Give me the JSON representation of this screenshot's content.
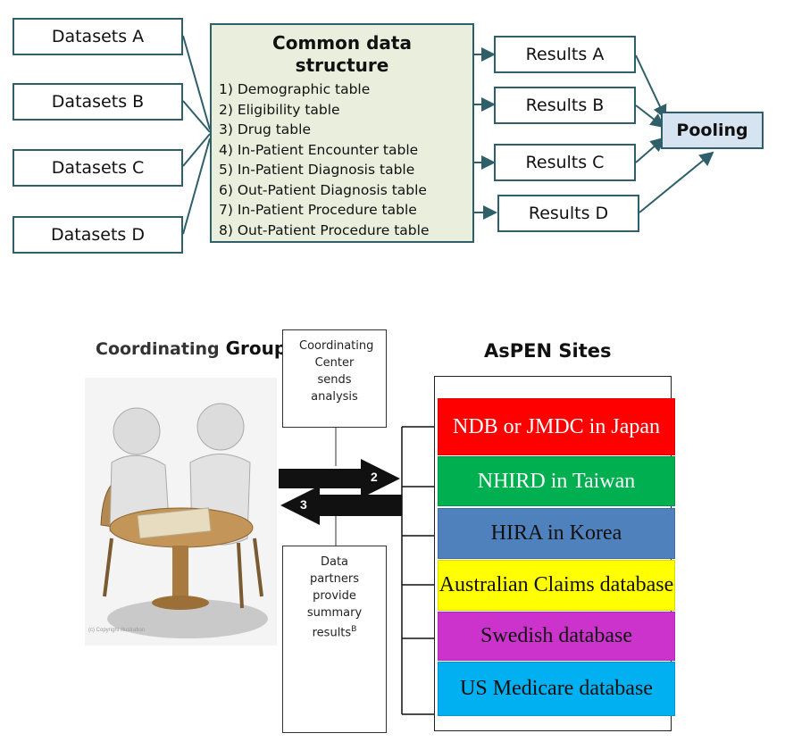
{
  "top": {
    "datasets": [
      "Datasets A",
      "Datasets B",
      "Datasets C",
      "Datasets D"
    ],
    "common": {
      "title": "Common data structure",
      "items": [
        "1) Demographic table",
        "2) Eligibility table",
        "3) Drug table",
        "4) In-Patient Encounter table",
        "5) In-Patient Diagnosis table",
        "6) Out-Patient Diagnosis table",
        "7) In-Patient Procedure table",
        "8) Out-Patient Procedure table"
      ]
    },
    "results": [
      "Results A",
      "Results B",
      "Results C",
      "Results D"
    ],
    "pooling": "Pooling"
  },
  "bottom": {
    "group_label_a": "Coordinating",
    "group_label_b": "Group",
    "aspen_title": "AsPEN Sites",
    "center_text": "Coordinating Center sends analysis",
    "partners_text": "Data partners provide summary results",
    "partners_footnote": "B",
    "arrow_send": "2",
    "arrow_return": "3",
    "sites": [
      {
        "name": "NDB or JMDC in Japan",
        "color": "#ff0000",
        "text_color": "#ffffff"
      },
      {
        "name": "NHIRD in Taiwan",
        "color": "#00b050",
        "text_color": "#ffffff"
      },
      {
        "name": "HIRA in Korea",
        "color": "#4f81bd",
        "text_color": "#111111"
      },
      {
        "name": "Australian Claims database",
        "color": "#ffff00",
        "text_color": "#111111"
      },
      {
        "name": "Swedish database",
        "color": "#cc33cc",
        "text_color": "#111111"
      },
      {
        "name": "US Medicare database",
        "color": "#00b0f0",
        "text_color": "#111111"
      }
    ],
    "photo_credit": "(c) Copyright illustration"
  }
}
